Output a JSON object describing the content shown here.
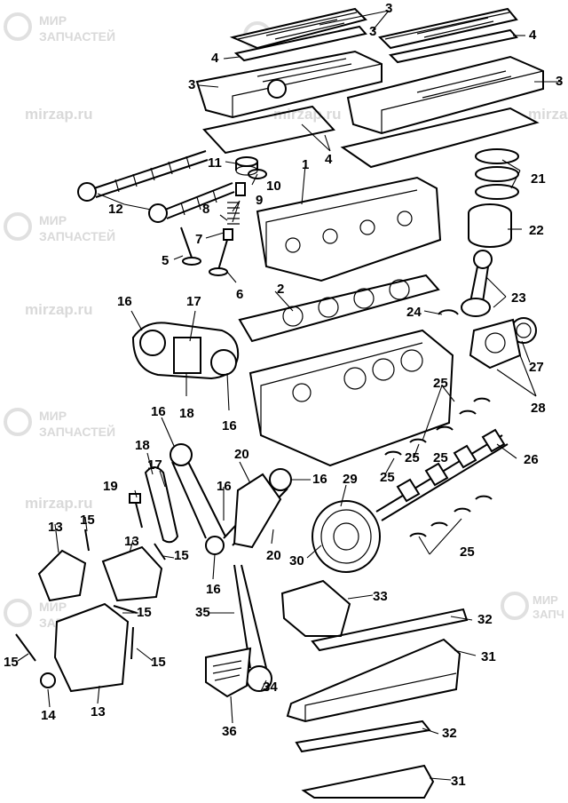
{
  "watermark": {
    "line1": "МИР",
    "line2": "ЗАПЧАСТЕЙ",
    "url": "mirzap.ru",
    "line2_partial": "ЗАПЧ"
  },
  "callouts": [
    "1",
    "2",
    "3",
    "3",
    "3",
    "3",
    "4",
    "4",
    "4",
    "4",
    "5",
    "6",
    "7",
    "8",
    "9",
    "10",
    "11",
    "12",
    "13",
    "13",
    "13",
    "13",
    "14",
    "15",
    "15",
    "15",
    "15",
    "15",
    "15",
    "16",
    "16",
    "16",
    "16",
    "16",
    "16",
    "17",
    "17",
    "18",
    "18",
    "19",
    "20",
    "20",
    "21",
    "22",
    "23",
    "24",
    "25",
    "25",
    "25",
    "25",
    "25",
    "26",
    "27",
    "28",
    "29",
    "30",
    "31",
    "31",
    "32",
    "32",
    "33",
    "34",
    "35",
    "36"
  ]
}
